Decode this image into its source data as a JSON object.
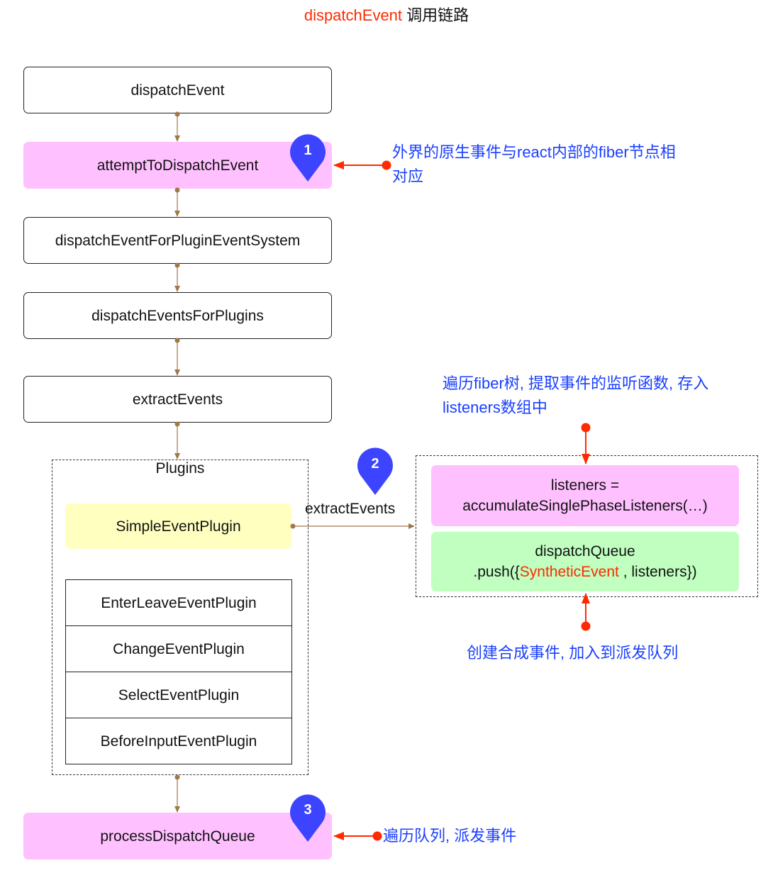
{
  "title": {
    "highlight": "dispatchEvent",
    "rest": " 调用链路"
  },
  "flow": {
    "dispatch_event": "dispatchEvent",
    "attempt": "attemptToDispatchEvent",
    "for_plugin_system": "dispatchEventForPluginEventSystem",
    "for_plugins": "dispatchEventsForPlugins",
    "extract_events": "extractEvents",
    "process_queue": "processDispatchQueue"
  },
  "plugins": {
    "label": "Plugins",
    "simple": "SimpleEventPlugin",
    "others": [
      "EnterLeaveEventPlugin",
      "ChangeEventPlugin",
      "SelectEventPlugin",
      "BeforeInputEventPlugin"
    ]
  },
  "edge_label": "extractEvents",
  "queue": {
    "listeners_line1": "listeners  =",
    "listeners_line2": "accumulateSinglePhaseListeners(…)",
    "dispatch_line1": "dispatchQueue",
    "dispatch_pre": ".push({",
    "dispatch_highlight": "SyntheticEvent",
    "dispatch_post": " , listeners})"
  },
  "markers": [
    "1",
    "2",
    "3"
  ],
  "notes": {
    "note1": "外界的原生事件与react内部的fiber节点相对应",
    "note_traverse": "遍历fiber树, 提取事件的监听函数, 存入listeners数组中",
    "note_create": "创建合成事件, 加入到派发队列",
    "note3": "遍历队列, 派发事件"
  },
  "colors": {
    "accent_red": "#ff2a00",
    "note_blue": "#1a3fff",
    "marker_blue": "#3c44ff",
    "pink": "#ffc0ff",
    "yellow": "#ffffc0",
    "green": "#c0ffc0",
    "connector_brown": "#a0784a"
  }
}
